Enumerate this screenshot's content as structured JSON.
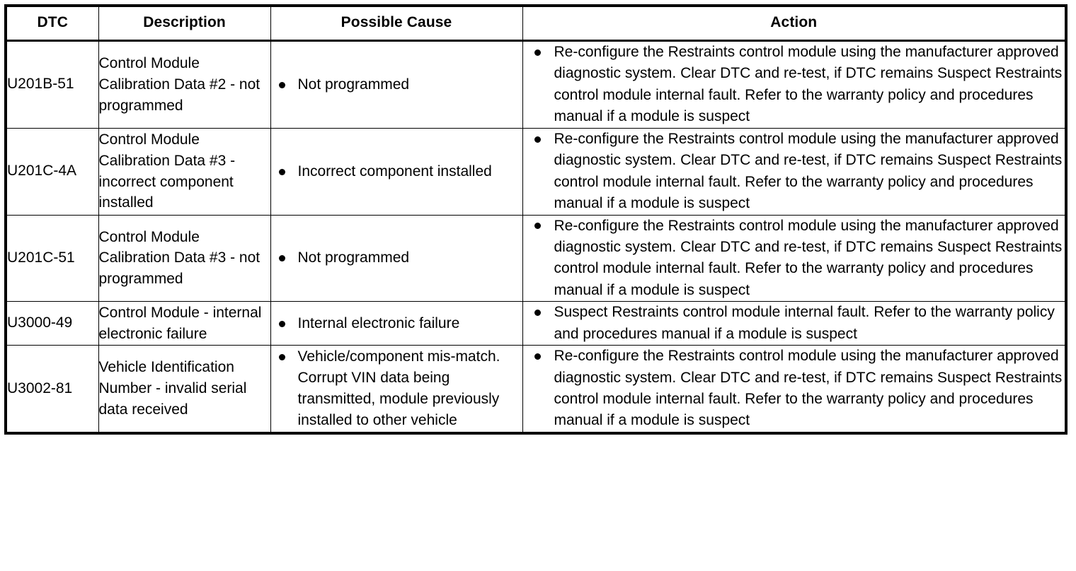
{
  "table": {
    "name": "restraints-control-module-dtc-table",
    "columns": [
      {
        "key": "dtc",
        "label": "DTC"
      },
      {
        "key": "desc",
        "label": "Description"
      },
      {
        "key": "cause",
        "label": "Possible Cause"
      },
      {
        "key": "action",
        "label": "Action"
      }
    ],
    "rows": [
      {
        "dtc": "U201B-51",
        "description": "Control Module Calibration Data #2 - not programmed",
        "causes": [
          "Not programmed"
        ],
        "actions": [
          "Re-configure the Restraints control module using the manufacturer approved diagnostic system. Clear DTC and re-test, if DTC remains Suspect Restraints control module internal fault. Refer to the warranty policy and procedures manual if a module is suspect"
        ]
      },
      {
        "dtc": "U201C-4A",
        "description": "Control Module Calibration Data #3 - incorrect component installed",
        "causes": [
          "Incorrect component installed"
        ],
        "actions": [
          "Re-configure the Restraints control module using the manufacturer approved diagnostic system. Clear DTC and re-test, if DTC remains Suspect Restraints control module internal fault. Refer to the warranty policy and procedures manual if a module is suspect"
        ]
      },
      {
        "dtc": "U201C-51",
        "description": "Control Module Calibration Data #3 - not programmed",
        "causes": [
          "Not programmed"
        ],
        "actions": [
          "Re-configure the Restraints control module using the manufacturer approved diagnostic system. Clear DTC and re-test, if DTC remains Suspect Restraints control module internal fault. Refer to the warranty policy and procedures manual if a module is suspect"
        ]
      },
      {
        "dtc": "U3000-49",
        "description": "Control Module - internal electronic failure",
        "causes": [
          "Internal electronic failure"
        ],
        "actions": [
          "Suspect Restraints control module internal fault. Refer to the warranty policy and procedures manual if a module is suspect"
        ]
      },
      {
        "dtc": "U3002-81",
        "description": "Vehicle Identification Number - invalid serial data received",
        "causes": [
          "Vehicle/component mis-match. Corrupt VIN data being transmitted, module previously installed to other vehicle"
        ],
        "actions": [
          "Re-configure the Restraints control module using the manufacturer approved diagnostic system. Clear DTC and re-test, if DTC remains Suspect Restraints control module internal fault. Refer to the warranty policy and procedures manual if a module is suspect"
        ]
      }
    ]
  }
}
